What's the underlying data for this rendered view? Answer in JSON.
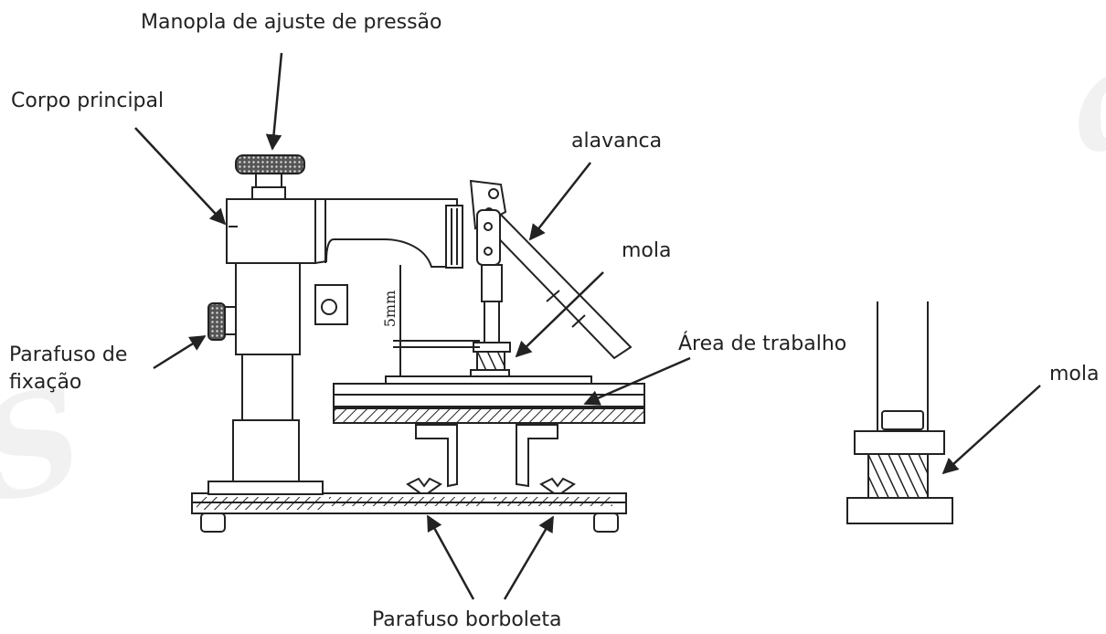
{
  "labels": {
    "knob": "Manopla de ajuste de pressão",
    "body": "Corpo principal",
    "lever": "alavanca",
    "spring_main": "mola",
    "work_area": "Área de trabalho",
    "fixing_screw": "Parafuso de fixação",
    "spring_detail": "mola",
    "wing_screw": "Parafuso borboleta",
    "dimension": "5mm"
  },
  "colors": {
    "ink": "#222222",
    "watermark": "#f1f1f1"
  }
}
